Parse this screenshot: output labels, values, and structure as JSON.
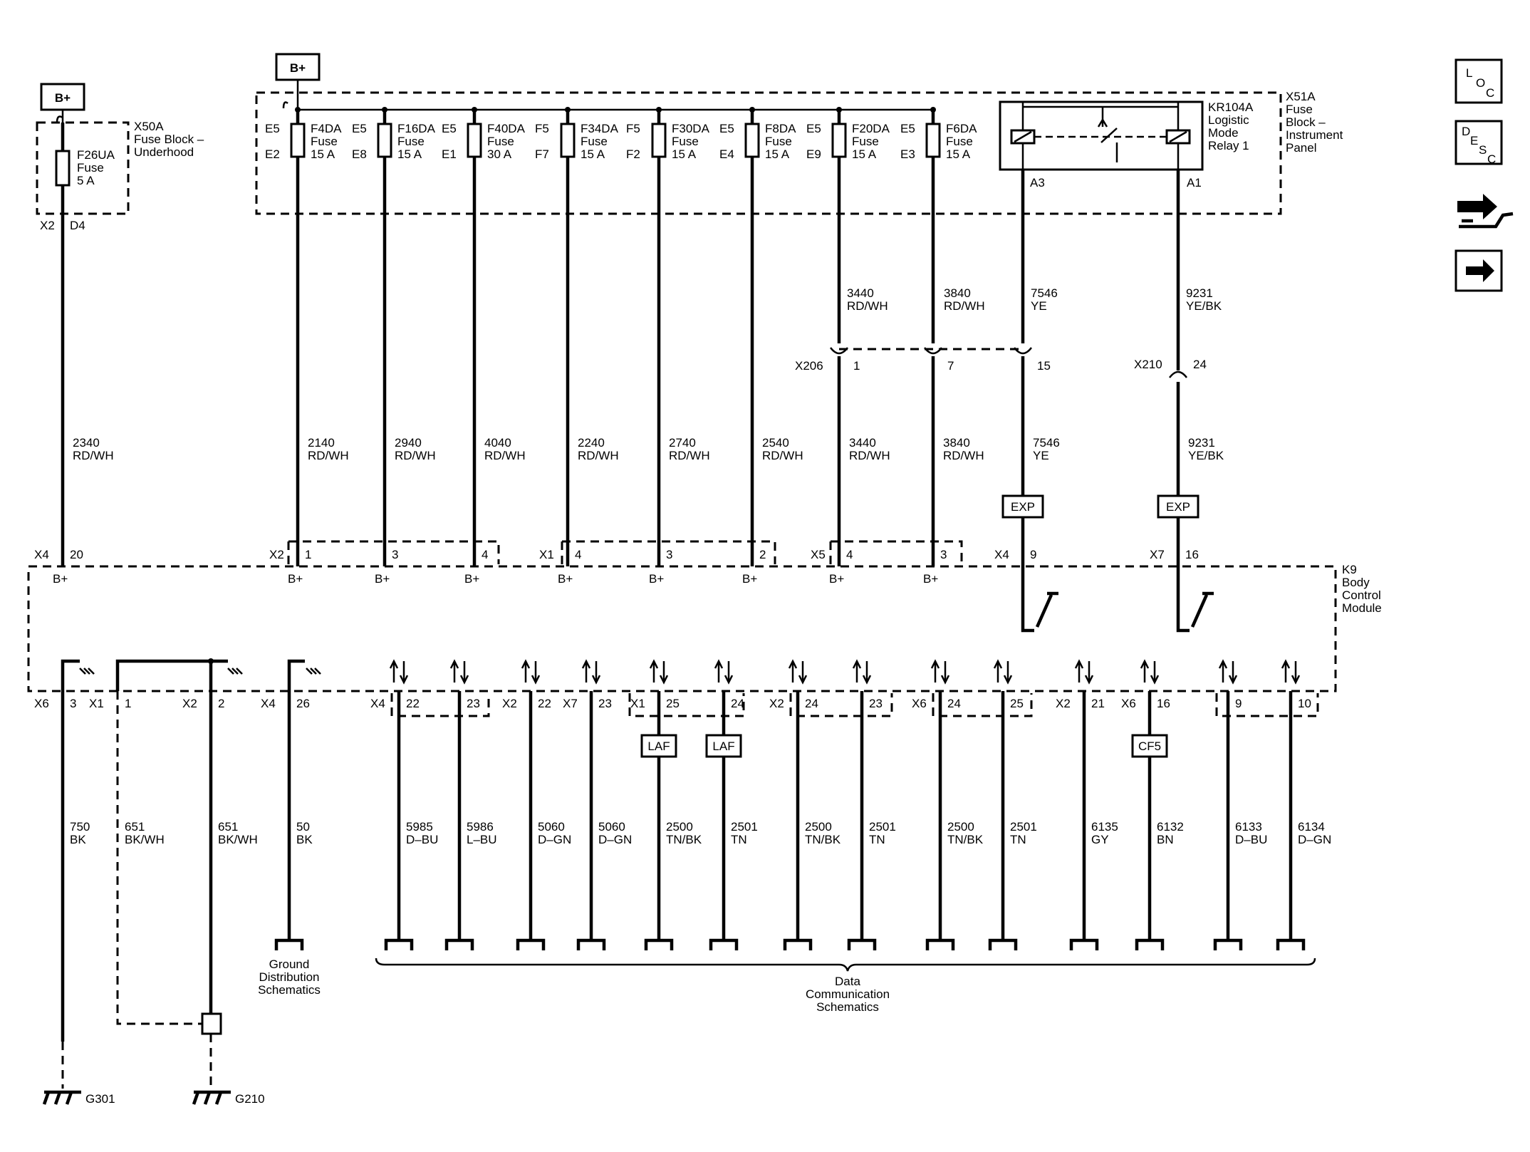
{
  "power": {
    "b_plus": "B+"
  },
  "x50a": {
    "name": "X50A",
    "line1": "Fuse Block –",
    "line2": "Underhood",
    "fuse_name": "F26UA",
    "fuse_word": "Fuse",
    "fuse_rating": "5 A",
    "pin_left": "X2",
    "pin_right": "D4"
  },
  "x51a": {
    "name": "X51A",
    "line1": "Fuse",
    "line2": "Block –",
    "line3": "Instrument",
    "line4": "Panel"
  },
  "fuse_word": "Fuse",
  "fuses": [
    {
      "top": "E5",
      "bot": "E2",
      "name": "F4DA",
      "rating": "15 A"
    },
    {
      "top": "E5",
      "bot": "E8",
      "name": "F16DA",
      "rating": "15 A"
    },
    {
      "top": "E5",
      "bot": "E1",
      "name": "F40DA",
      "rating": "30 A"
    },
    {
      "top": "F5",
      "bot": "F7",
      "name": "F34DA",
      "rating": "15 A"
    },
    {
      "top": "F5",
      "bot": "F2",
      "name": "F30DA",
      "rating": "15 A"
    },
    {
      "top": "E5",
      "bot": "E4",
      "name": "F8DA",
      "rating": "15 A"
    },
    {
      "top": "E5",
      "bot": "E9",
      "name": "F20DA",
      "rating": "15 A"
    },
    {
      "top": "E5",
      "bot": "E3",
      "name": "F6DA",
      "rating": "15 A"
    }
  ],
  "relay": {
    "name": "KR104A",
    "line1": "Logistic",
    "line2": "Mode",
    "line3": "Relay 1",
    "pin_a3": "A3",
    "pin_a1": "A1"
  },
  "upper_wires": [
    {
      "num": "3440",
      "color": "RD/WH"
    },
    {
      "num": "3840",
      "color": "RD/WH"
    },
    {
      "num": "7546",
      "color": "YE"
    },
    {
      "num": "9231",
      "color": "YE/BK"
    }
  ],
  "x206": {
    "name": "X206",
    "pins": [
      "1",
      "7",
      "15"
    ]
  },
  "x210": {
    "name": "X210",
    "pin": "24"
  },
  "mid_wires": [
    {
      "num": "2340",
      "color": "RD/WH"
    },
    {
      "num": "2140",
      "color": "RD/WH"
    },
    {
      "num": "2940",
      "color": "RD/WH"
    },
    {
      "num": "4040",
      "color": "RD/WH"
    },
    {
      "num": "2240",
      "color": "RD/WH"
    },
    {
      "num": "2740",
      "color": "RD/WH"
    },
    {
      "num": "2540",
      "color": "RD/WH"
    },
    {
      "num": "3440",
      "color": "RD/WH"
    },
    {
      "num": "3840",
      "color": "RD/WH"
    },
    {
      "num": "7546",
      "color": "YE"
    },
    {
      "num": "9231",
      "color": "YE/BK"
    }
  ],
  "exp_label": "EXP",
  "module_top_pins": [
    {
      "conn": "X4",
      "pin": "20"
    },
    {
      "conn": "X2",
      "pin": "1"
    },
    {
      "conn": "",
      "pin": "3"
    },
    {
      "conn": "",
      "pin": "4"
    },
    {
      "conn": "X1",
      "pin": "4"
    },
    {
      "conn": "",
      "pin": "3"
    },
    {
      "conn": "",
      "pin": "2"
    },
    {
      "conn": "X5",
      "pin": "4"
    },
    {
      "conn": "",
      "pin": "3"
    },
    {
      "conn": "X4",
      "pin": "9"
    },
    {
      "conn": "X7",
      "pin": "16"
    }
  ],
  "k9": {
    "name": "K9",
    "line1": "Body",
    "line2": "Control",
    "line3": "Module"
  },
  "module_bottom_pins": [
    {
      "conn": "X6",
      "pin": "3"
    },
    {
      "conn": "X1",
      "pin": "1"
    },
    {
      "conn": "X2",
      "pin": "2"
    },
    {
      "conn": "X4",
      "pin": "26"
    },
    {
      "conn": "X4",
      "pin": "22"
    },
    {
      "conn": "",
      "pin": "23"
    },
    {
      "conn": "X2",
      "pin": "22"
    },
    {
      "conn": "X7",
      "pin": "23"
    },
    {
      "conn": "X1",
      "pin": "25"
    },
    {
      "conn": "",
      "pin": "24"
    },
    {
      "conn": "X2",
      "pin": "24"
    },
    {
      "conn": "",
      "pin": "23"
    },
    {
      "conn": "X6",
      "pin": "24"
    },
    {
      "conn": "",
      "pin": "25"
    },
    {
      "conn": "X2",
      "pin": "21"
    },
    {
      "conn": "X6",
      "pin": "16"
    },
    {
      "conn": "",
      "pin": "9"
    },
    {
      "conn": "",
      "pin": "10"
    }
  ],
  "laf_label": "LAF",
  "cf5_label": "CF5",
  "lower_wires": [
    {
      "num": "750",
      "color": "BK"
    },
    {
      "num": "651",
      "color": "BK/WH"
    },
    {
      "num": "651",
      "color": "BK/WH"
    },
    {
      "num": "50",
      "color": "BK"
    },
    {
      "num": "5985",
      "color": "D–BU"
    },
    {
      "num": "5986",
      "color": "L–BU"
    },
    {
      "num": "5060",
      "color": "D–GN"
    },
    {
      "num": "5060",
      "color": "D–GN"
    },
    {
      "num": "2500",
      "color": "TN/BK"
    },
    {
      "num": "2501",
      "color": "TN"
    },
    {
      "num": "2500",
      "color": "TN/BK"
    },
    {
      "num": "2501",
      "color": "TN"
    },
    {
      "num": "2500",
      "color": "TN/BK"
    },
    {
      "num": "2501",
      "color": "TN"
    },
    {
      "num": "6135",
      "color": "GY"
    },
    {
      "num": "6132",
      "color": "BN"
    },
    {
      "num": "6133",
      "color": "D–BU"
    },
    {
      "num": "6134",
      "color": "D–GN"
    }
  ],
  "ground_dist": {
    "line1": "Ground",
    "line2": "Distribution",
    "line3": "Schematics"
  },
  "data_comm": {
    "line1": "Data",
    "line2": "Communication",
    "line3": "Schematics"
  },
  "grounds": {
    "g301": "G301",
    "g210": "G210"
  },
  "side_icons": {
    "loc": {
      "l1": "L",
      "l2": "O",
      "l3": "C"
    },
    "desc": {
      "l1": "D",
      "l2": "E",
      "l3": "S",
      "l4": "C"
    },
    "connector_icon": "connector-end-view-icon",
    "next_icon": "next-page-arrow-icon"
  }
}
